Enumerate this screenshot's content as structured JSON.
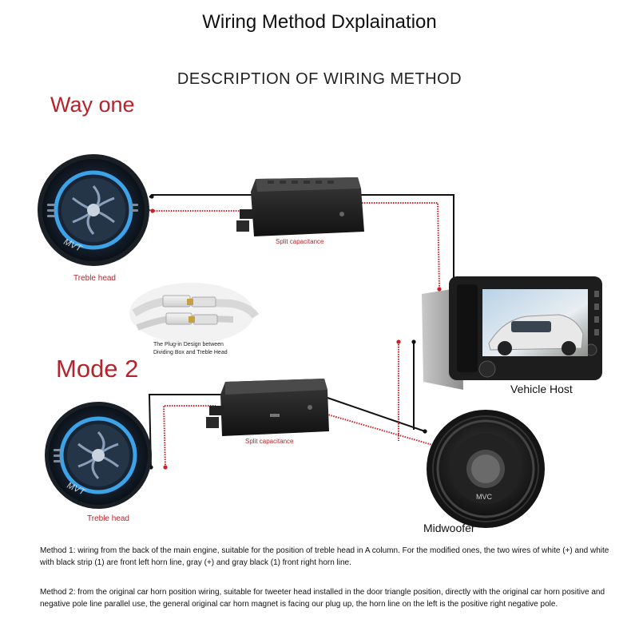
{
  "header": {
    "title": "Wiring Method Dxplaination",
    "subtitle": "DESCRIPTION OF WIRING METHOD"
  },
  "sections": {
    "way_one": "Way one",
    "mode_two": "Mode 2"
  },
  "components": {
    "treble_head_1": "Treble head",
    "treble_head_2": "Treble head",
    "split_capacitance_1": "Split capacitance",
    "split_capacitance_2": "Split capacitance",
    "plug_in_line1": "The Plug-in Design between",
    "plug_in_line2": "Dividing Box and Treble Head",
    "vehicle_host": "Vehicle Host",
    "midwoofer": "Midwoofer",
    "tweeter_brand": "MVT",
    "woofer_brand": "MVC"
  },
  "methods": {
    "method_1": "Method 1: wiring from the back of the main engine, suitable for the position of treble head in A column. For the modified ones, the two wires of white (+) and white with black strip (1) are front left horn line, gray (+) and gray black (1) front right horn line.",
    "method_2": "Method 2: from the original car horn position wiring, suitable for tweeter head installed in the door triangle position, directly with the original car horn positive and negative pole line parallel use, the general original car horn magnet is facing our plug up, the horn line on the left is the positive right negative pole."
  },
  "colors": {
    "accent_red": "#b5242c",
    "wire_red": "#d21e26",
    "wire_black": "#111111",
    "tweeter_blue": "#3da3e8"
  },
  "icons": {
    "tweeter": "tweeter-icon",
    "crossover": "crossover-box-icon",
    "head_unit": "car-stereo-icon",
    "woofer": "woofer-icon",
    "connector": "plug-connector-icon"
  }
}
